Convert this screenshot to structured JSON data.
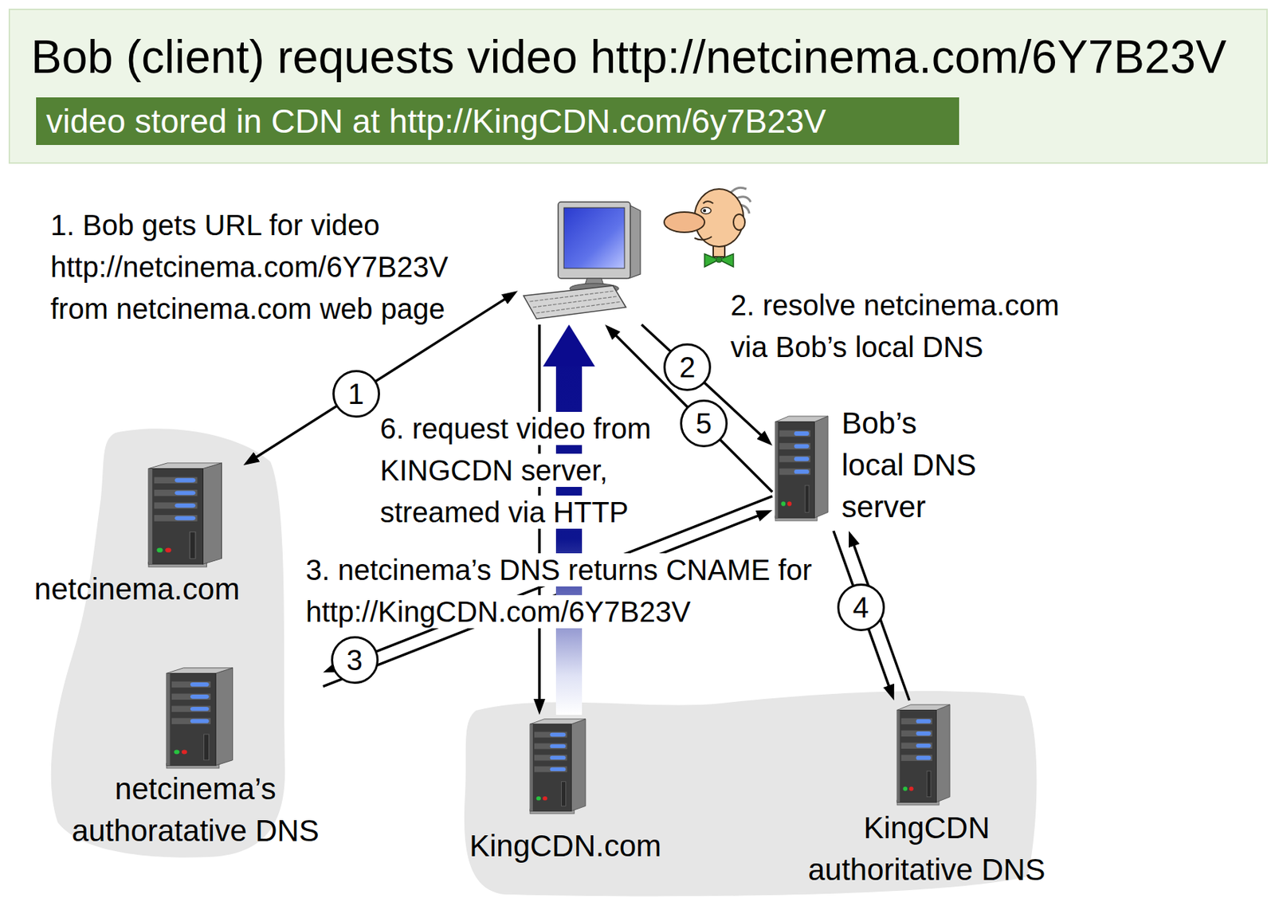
{
  "diagram": {
    "title": "Bob (client) requests video http://netcinema.com/6Y7B23V",
    "nodes": [
      {
        "text": [
          "video stored in CDN at http://KingCDN.com/6y7B23V"
        ]
      },
      {
        "text": []
      },
      {
        "text": [
          "netcinema.com"
        ]
      },
      {
        "text": [
          "Bob’s local DNS server"
        ]
      },
      {
        "text": [
          "netcinema’s authoratative DNS"
        ]
      },
      {
        "text": [
          "KingCDN.com"
        ]
      },
      {
        "text": [
          "KingCDN authoritative DNS"
        ]
      }
    ],
    "edges": [
      {
        "from": 1,
        "to": 2,
        "arrow": "both",
        "label": "1"
      },
      {
        "from": 1,
        "to": 3,
        "arrow": "to",
        "label": "2"
      },
      {
        "from": 3,
        "to": 1,
        "arrow": "to",
        "label": "5"
      },
      {
        "from": 3,
        "to": 4,
        "arrow": "to",
        "label": "3"
      },
      {
        "from": 4,
        "to": 3,
        "arrow": "to"
      },
      {
        "from": 3,
        "to": 6,
        "arrow": "to",
        "label": "4"
      },
      {
        "from": 6,
        "to": 3,
        "arrow": "to"
      },
      {
        "from": 1,
        "to": 5,
        "arrow": "to"
      },
      {
        "from": 5,
        "to": 1,
        "arrow": "to"
      }
    ],
    "labels": [
      "1. Bob gets URL for video http://netcinema.com/6Y7B23V from netcinema.com web page",
      "2. resolve netcinema.com via Bob’s local DNS",
      "6. request video from KINGCDN server, streamed via HTTP",
      "3. netcinema’s DNS returns CNAME for http://KingCDN.com/6Y7B23V"
    ]
  }
}
